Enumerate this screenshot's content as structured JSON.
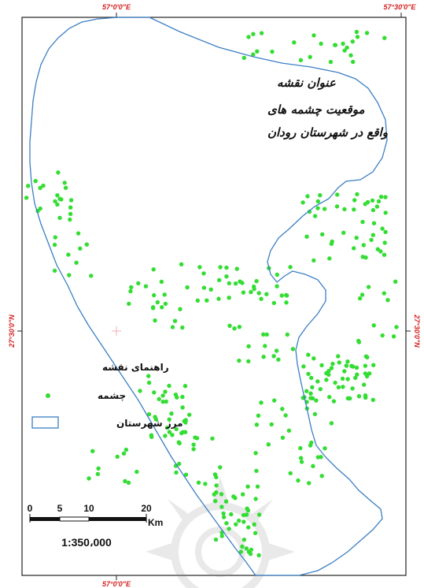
{
  "coordinates": {
    "top_left": "57°0'0\"E",
    "top_right": "57°30'0\"E",
    "bottom": "57°0'0\"E",
    "left": "27°30'0\"N",
    "right": "27°30'0\"N"
  },
  "title": {
    "heading": "عنوان نقشه",
    "line1": "موقعیت چشمه های",
    "line2": "واقع در شهرستان رودان"
  },
  "legend": {
    "heading": "راهنمای نقشه",
    "springs_label": "چشمه",
    "boundary_label": "مرز شهرستان"
  },
  "scale_bar": {
    "ticks": [
      "0",
      "5",
      "10",
      "20"
    ],
    "unit": "Km",
    "ratio": "1:350،000"
  },
  "colors": {
    "spring_point": "#33dd33",
    "boundary": "#3b7fc4",
    "frame": "#222222",
    "coord_text": "#d42020"
  }
}
